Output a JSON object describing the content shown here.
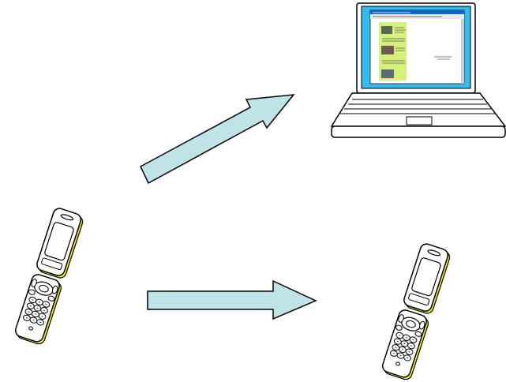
{
  "diagram": {
    "description_nodes": [
      {
        "id": "sender-phone",
        "kind": "flip-phone"
      },
      {
        "id": "laptop",
        "kind": "laptop-computer"
      },
      {
        "id": "receiver-phone",
        "kind": "flip-phone"
      }
    ],
    "edges": [
      {
        "from": "sender-phone",
        "to": "laptop"
      },
      {
        "from": "sender-phone",
        "to": "receiver-phone"
      }
    ]
  },
  "colors": {
    "arrow_fill": "#bfe3e7",
    "arrow_stroke": "#000000",
    "phone_accent": "#f5f200",
    "phone_body": "#ffffff",
    "screen_bezel": "#1166cc",
    "screen_bg": "#33bbee",
    "webpage_bg": "#ffffff",
    "webpage_sidebar": "#d6f07a"
  },
  "icons": {
    "phone": "flip-phone-icon",
    "laptop": "laptop-icon",
    "arrow": "block-arrow-icon"
  }
}
